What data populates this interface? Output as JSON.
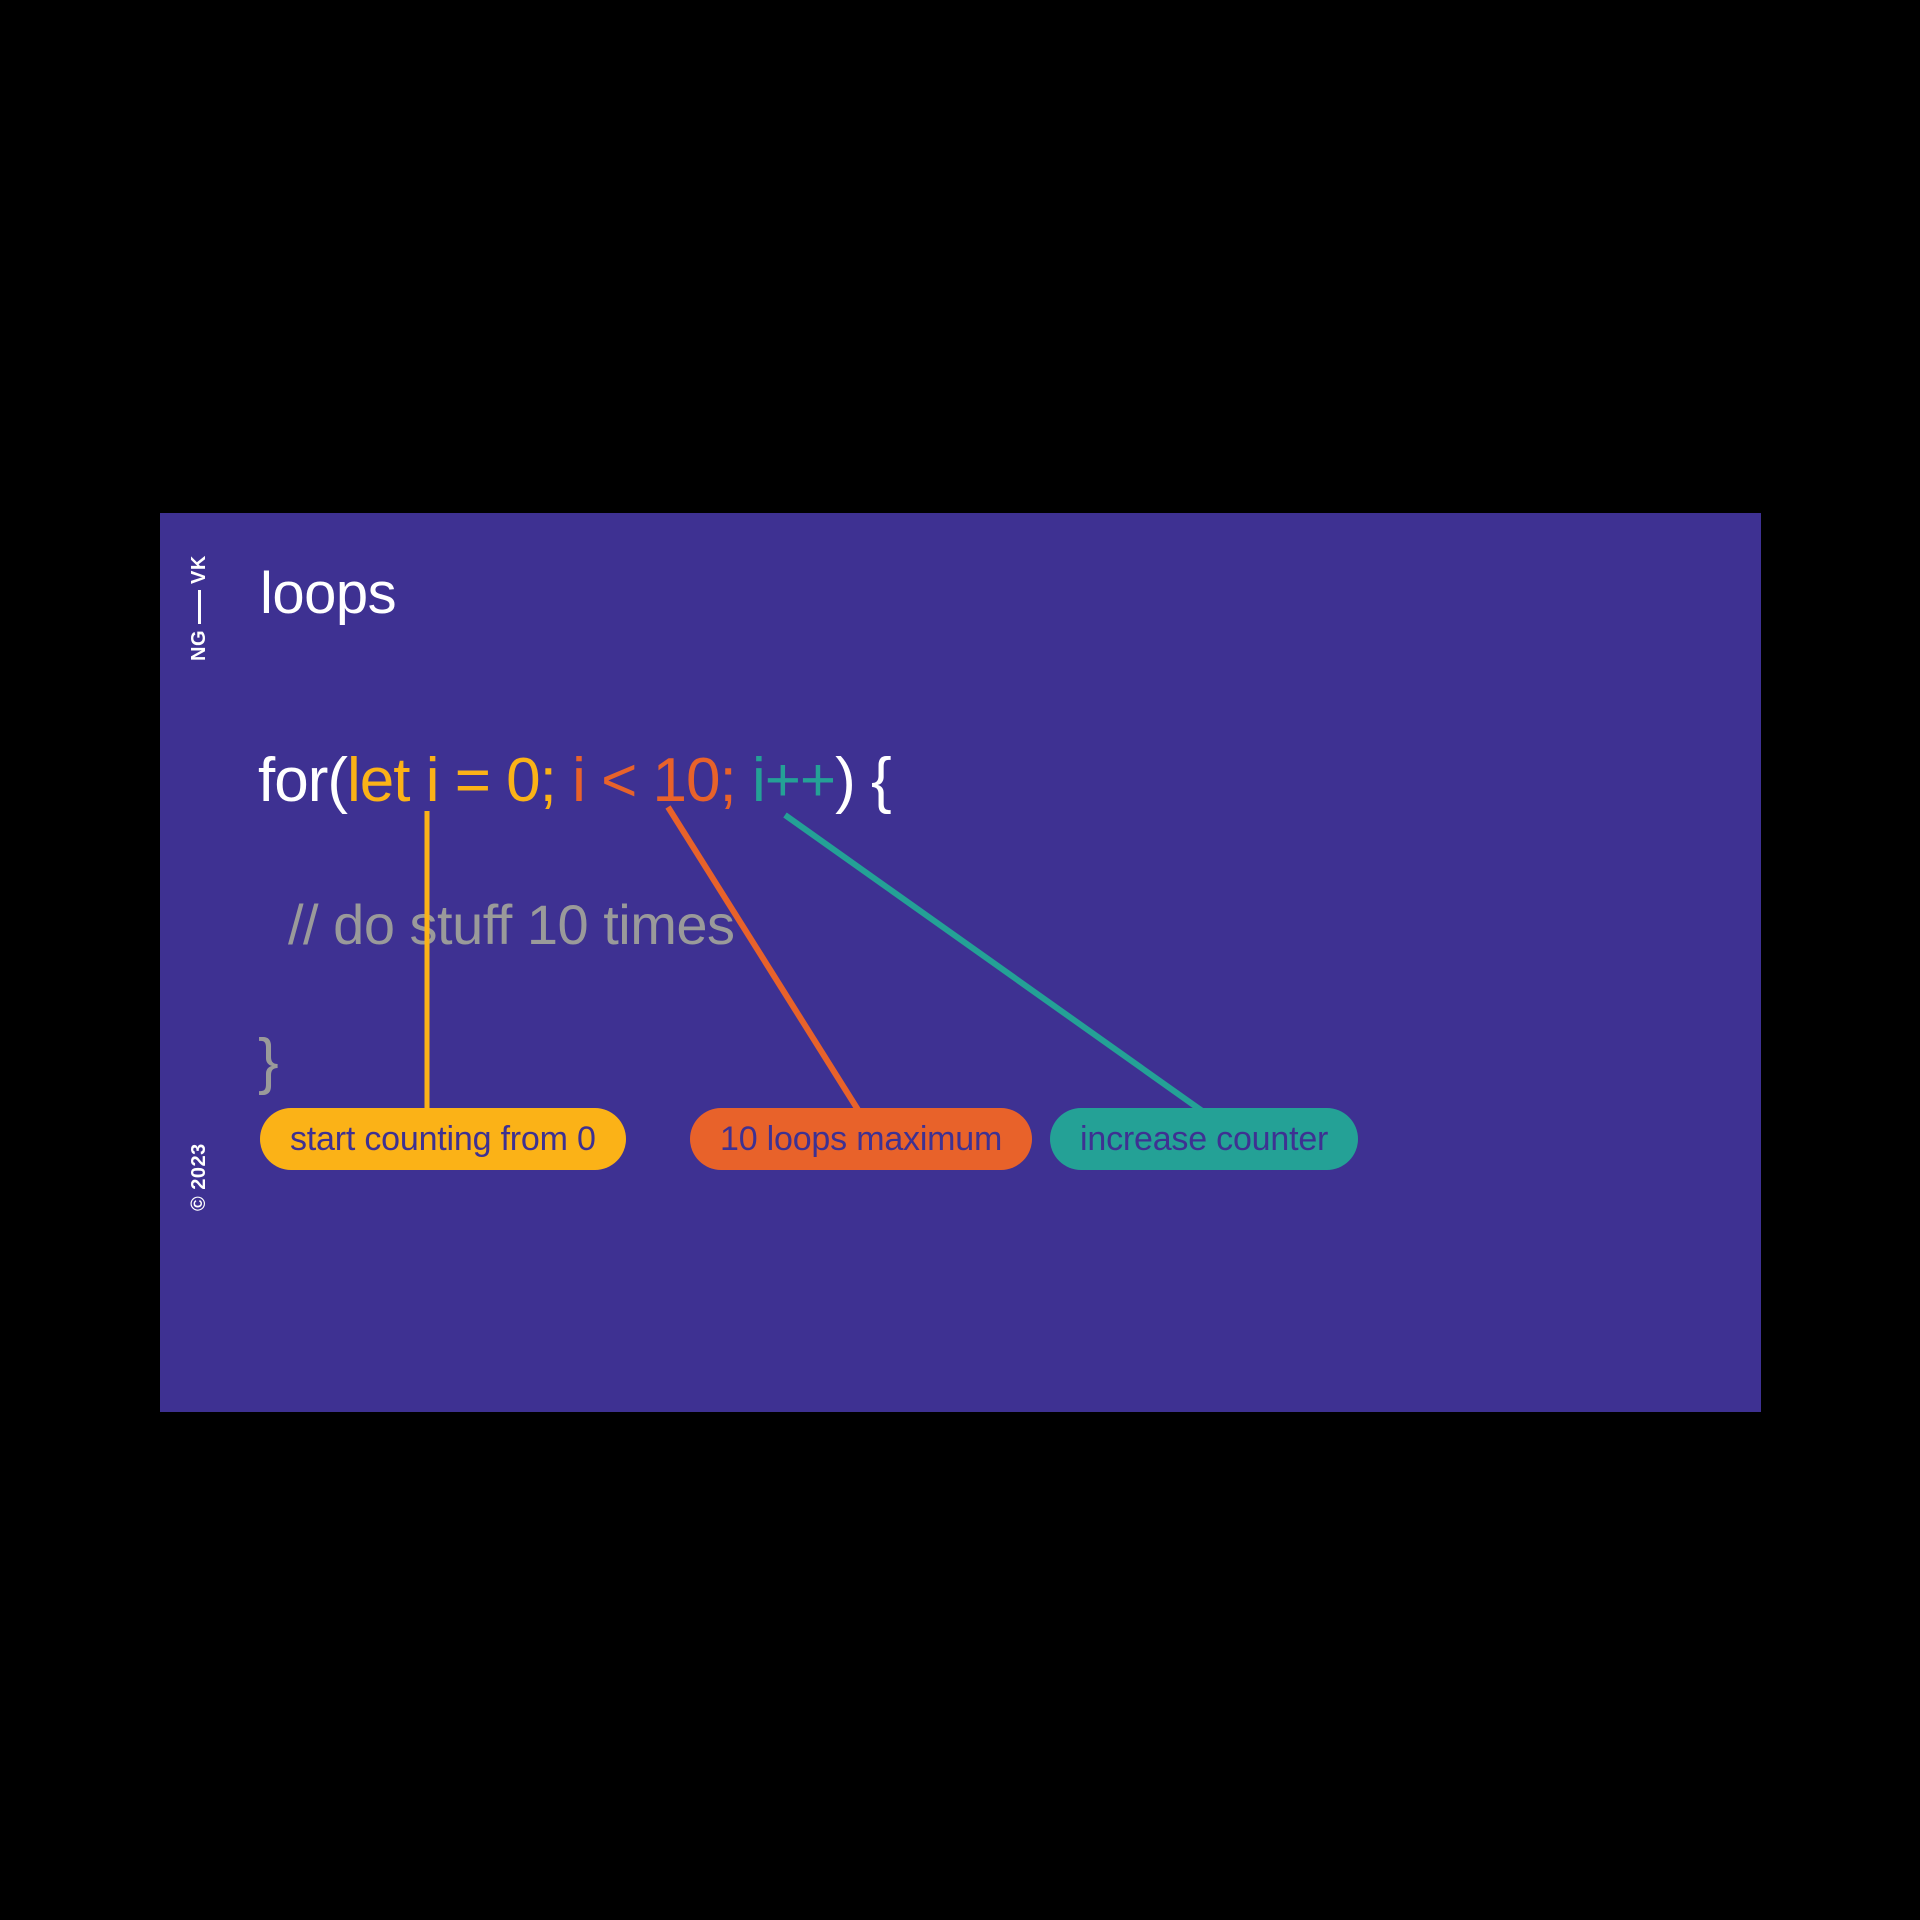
{
  "slide": {
    "background_color": "#3E3192",
    "title": "loops",
    "rail": {
      "top_left_text": "NG",
      "top_right_text": "VK",
      "separator": "—",
      "copyright": "© 2023"
    }
  },
  "code": {
    "line1_tokens": [
      {
        "text": "for(",
        "role": "plain",
        "color": "#ffffff"
      },
      {
        "text": "let i = 0;",
        "role": "initializer",
        "color": "#FBB217"
      },
      {
        "text": " ",
        "role": "plain",
        "color": "#ffffff"
      },
      {
        "text": "i < 10;",
        "role": "condition",
        "color": "#E8622A"
      },
      {
        "text": " ",
        "role": "plain",
        "color": "#ffffff"
      },
      {
        "text": "i++",
        "role": "increment",
        "color": "#24A196"
      },
      {
        "text": ") {",
        "role": "plain",
        "color": "#ffffff"
      }
    ],
    "comment": "// do stuff 10 times",
    "comment_color": "#9A9A9A",
    "closing_brace": "}",
    "closing_brace_color": "#9A9A9A"
  },
  "annotations": [
    {
      "id": "start",
      "label": "start counting from 0",
      "color": "#FBB217",
      "text_color": "#3E3192",
      "connector": "vertical"
    },
    {
      "id": "maximum",
      "label": "10 loops maximum",
      "color": "#E8622A",
      "text_color": "#3E3192",
      "connector": "diagonal"
    },
    {
      "id": "increase",
      "label": "increase counter",
      "color": "#24A196",
      "text_color": "#3E3192",
      "connector": "diagonal"
    }
  ]
}
